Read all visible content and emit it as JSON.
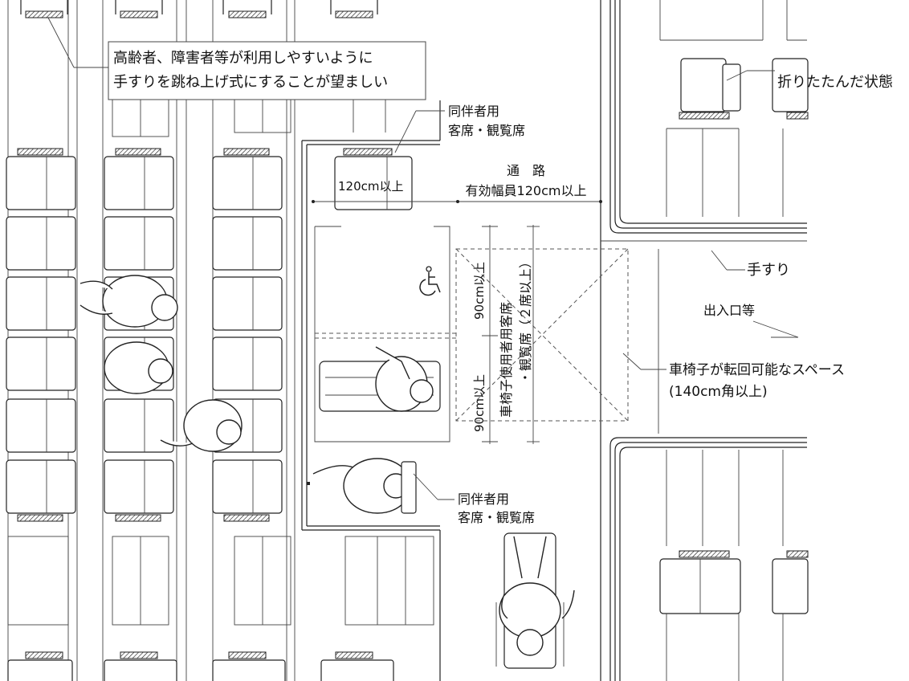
{
  "labels": {
    "note_line1": "高齢者、障害者等が利用しやすいように",
    "note_line2": "手すりを跳ね上げ式にすることが望ましい",
    "folded": "折りたたんだ状態",
    "companion_top_1": "同伴者用",
    "companion_top_2": "客席・観覧席",
    "seat_width": "120cm以上",
    "aisle_title": "通　路",
    "aisle_width": "有効幅員120cm以上",
    "handrail": "手すり",
    "entrance": "出入口等",
    "wc_seating": "車椅子使用者用客席",
    "wc_seating_2": "・観覧席（２席以上）",
    "depth_upper": "90cm以上",
    "depth_lower": "90cm以上",
    "turn_space_1": "車椅子が転回可能なスペース",
    "turn_space_2": "(140cm角以上)",
    "companion_bottom_1": "同伴者用",
    "companion_bottom_2": "客席・観覧席"
  },
  "icons": {
    "accessibility": "wheelchair-symbol-icon"
  }
}
